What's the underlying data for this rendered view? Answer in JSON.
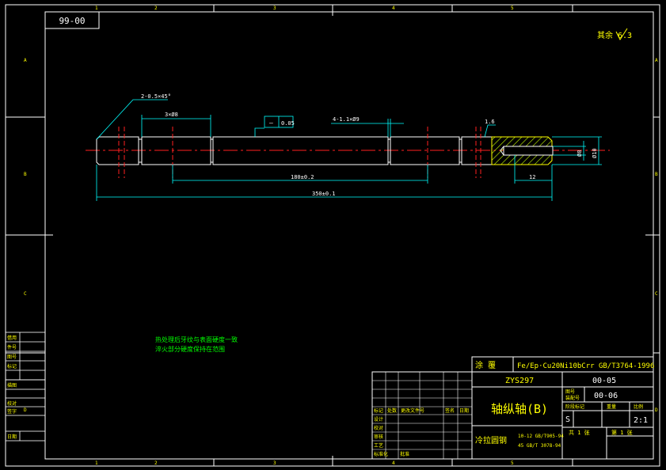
{
  "drawing_number_box": "99-00",
  "roughness_note": "其余 6.3",
  "zone_labels": {
    "top": [
      "1",
      "2",
      "3",
      "4",
      "5"
    ],
    "bottom": [
      "1",
      "2",
      "3",
      "4",
      "5"
    ],
    "left": [
      "A",
      "B",
      "C",
      "D"
    ],
    "right": [
      "A",
      "B",
      "C",
      "D"
    ]
  },
  "dimensions": {
    "chamfer": "2-0.5×45°",
    "groove_left": "3×Ø8",
    "flatness": "0.05",
    "groove_right": "4-1.1×Ø9",
    "surface_finish": "1.6",
    "length_mid": "180±0.2",
    "length_total": "350±0.1",
    "bore_depth": "12",
    "bore_dia_a": "Ø8",
    "bore_dia_b": "Ø10"
  },
  "notes": [
    "热处理后牙纹与表面硬度一致",
    "淬火部分硬度保持在范围"
  ],
  "left_stamp": {
    "labels": [
      "借用",
      "件号",
      "图号",
      "标记",
      "描图",
      "校对",
      "签字",
      "日期"
    ]
  },
  "title_block": {
    "coating_label": "涂 覆",
    "coating_spec": "Fe/Ep·Cu20Ni10bCrr GB/T3764-1996",
    "part_code": "ZYS297",
    "assembly_code": "00-05",
    "part_name": "轴纵轴(B)",
    "drawing_no": "00-06",
    "material_label": "冷拉圆钢",
    "material_spec_1": "10-12 GB/T905-94",
    "material_spec_2": "45 GB/T 3078-94",
    "scale_label": "比例",
    "scale_value": "2:1",
    "stage_value": "S",
    "sheet_total": "共 1 张",
    "sheet_index": "第 1 张",
    "weight_label": "重量",
    "stage_label": "阶段标记",
    "revision_headers": [
      "标记",
      "处数",
      "更改文件号",
      "签名",
      "日期"
    ],
    "signature_rows": [
      "设计",
      "校对",
      "审核",
      "工艺",
      "标准化",
      "批准"
    ],
    "small_labels": [
      "图号",
      "装配号"
    ]
  }
}
